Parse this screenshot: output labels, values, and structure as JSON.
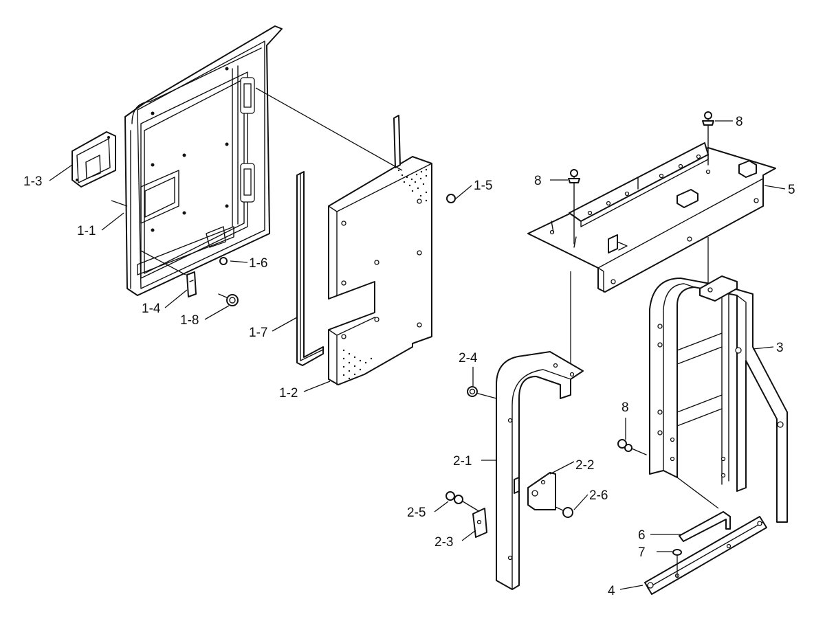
{
  "labels": {
    "l_1_1": "1-1",
    "l_1_2": "1-2",
    "l_1_3": "1-3",
    "l_1_4": "1-4",
    "l_1_5": "1-5",
    "l_1_6": "1-6",
    "l_1_7": "1-7",
    "l_1_8": "1-8",
    "l_2_1": "2-1",
    "l_2_2": "2-2",
    "l_2_3": "2-3",
    "l_2_4": "2-4",
    "l_2_5": "2-5",
    "l_2_6": "2-6",
    "l_3": "3",
    "l_4": "4",
    "l_5": "5",
    "l_6": "6",
    "l_7": "7",
    "l_8a": "8",
    "l_8b": "8",
    "l_8c": "8"
  }
}
